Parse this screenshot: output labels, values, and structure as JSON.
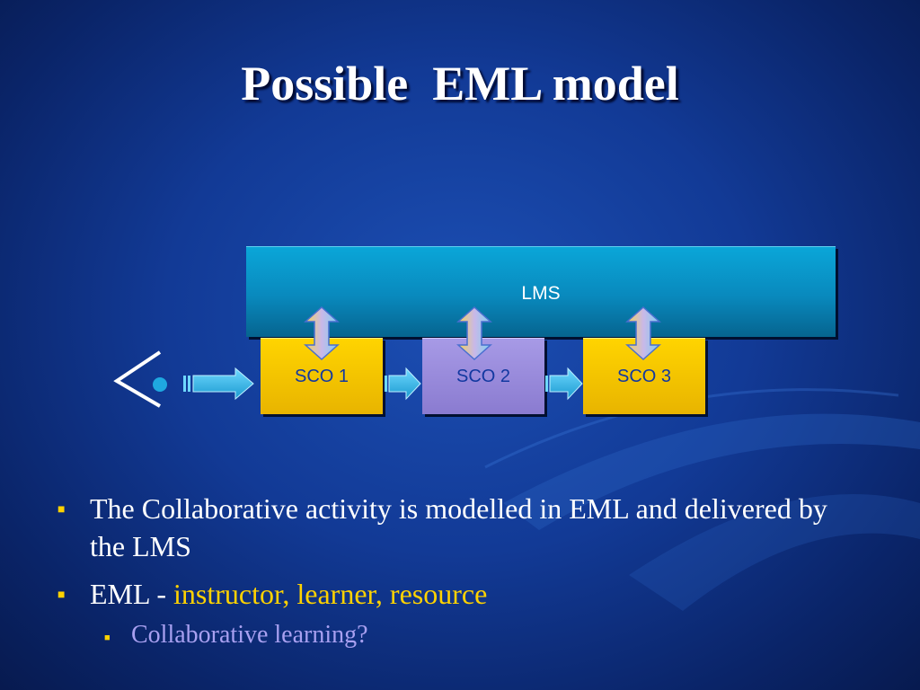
{
  "slide": {
    "title": "Possible  EML model"
  },
  "diagram": {
    "lms_label": "LMS",
    "sco_boxes": [
      {
        "label": "SCO 1",
        "color": "#ffd000"
      },
      {
        "label": "SCO 2",
        "color": "#9b8ee0"
      },
      {
        "label": "SCO 3",
        "color": "#ffd000"
      }
    ],
    "lms_color": "#0a9fd2"
  },
  "bullets": [
    {
      "text": "The Collaborative activity is modelled in EML and delivered by the LMS"
    },
    {
      "prefix": "EML - ",
      "highlight": "instructor, learner, resource"
    }
  ],
  "sub_bullets": [
    {
      "text": "Collaborative learning?"
    }
  ],
  "colors": {
    "background": "#123a96",
    "bullet_marker": "#ffd200",
    "highlight": "#ffd200",
    "sub_bullet_text": "#a8a0f0"
  }
}
